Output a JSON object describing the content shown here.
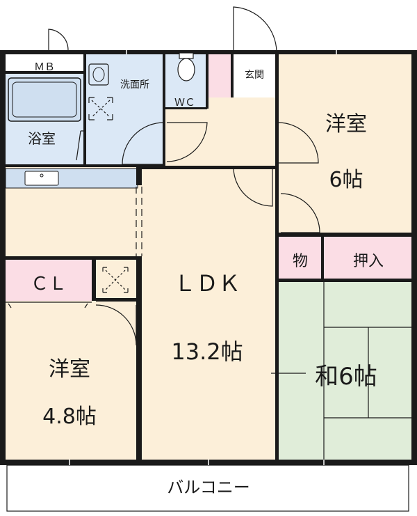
{
  "rooms": {
    "mb": "ＭＢ",
    "bath": "浴室",
    "washroom": "洗面所",
    "wc": "ＷＣ",
    "entrance": "玄関",
    "western_room_1": "洋室",
    "western_room_1_size": "6帖",
    "storage": "物",
    "oshiire": "押入",
    "closet": "ＣＬ",
    "ldk": "ＬＤＫ",
    "ldk_size": "13.2帖",
    "washitsu": "和6帖",
    "western_room_2": "洋室",
    "western_room_2_size": "4.8帖",
    "balcony": "バルコニー"
  },
  "colors": {
    "wall": "#1a1a1a",
    "floor_wood": "#fcefd9",
    "floor_wet": "#dbe8f6",
    "floor_pink": "#fbdde5",
    "tatami": "#e0edd9",
    "counter": "#cfdff0"
  }
}
